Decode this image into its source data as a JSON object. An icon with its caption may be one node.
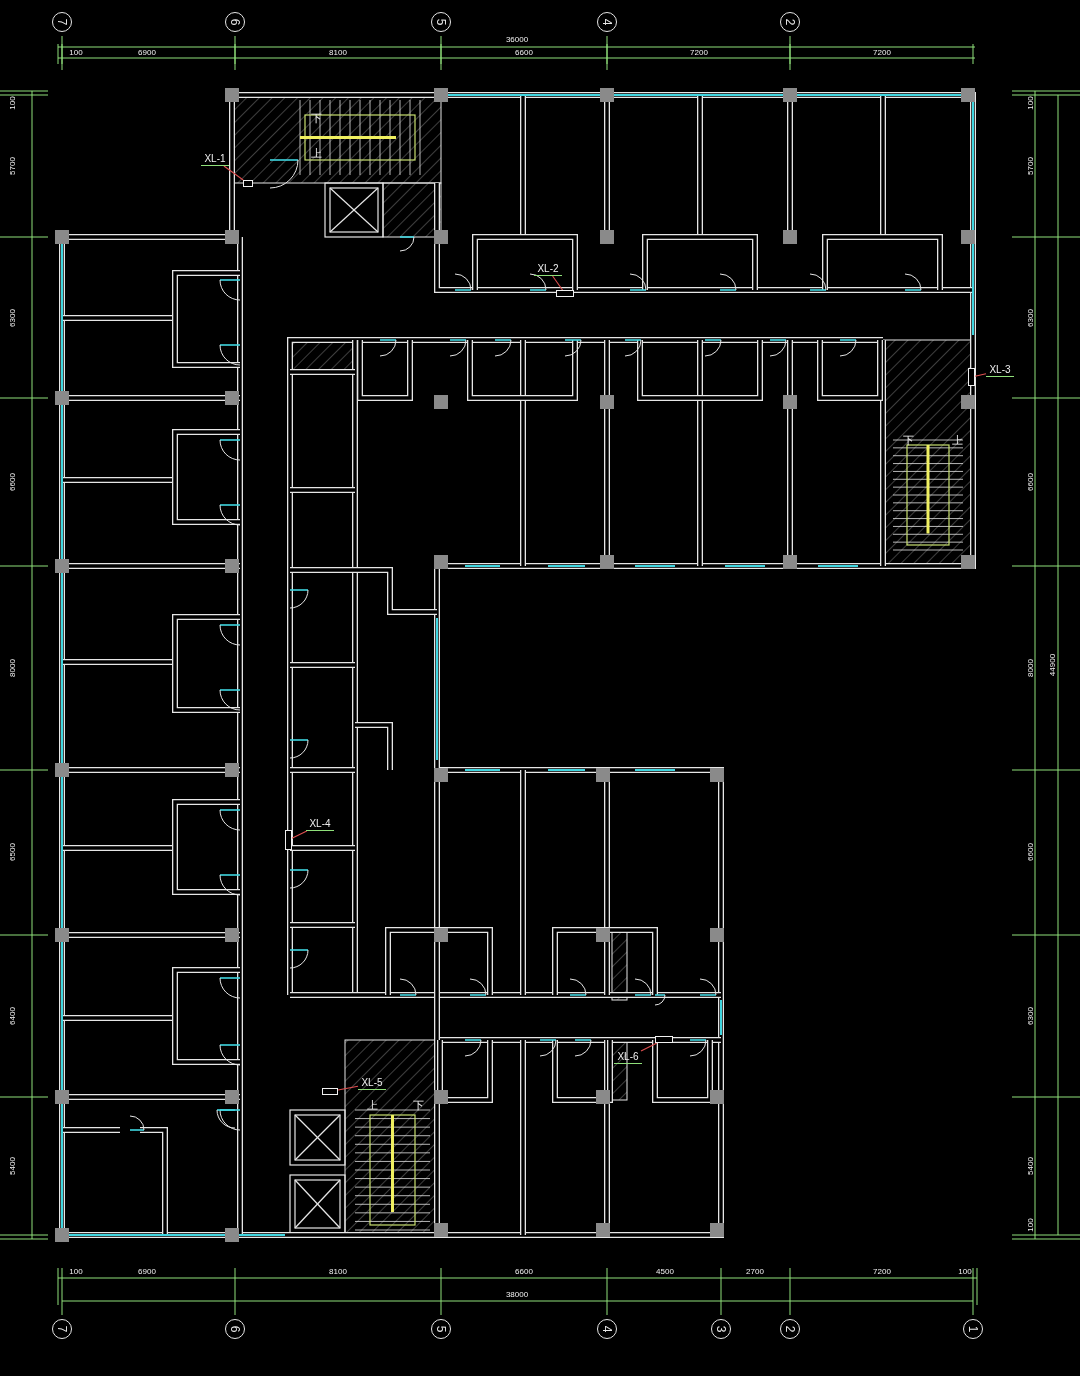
{
  "diagram": {
    "nodes": [
      {
        "text": [
          "7"
        ]
      },
      {
        "text": [
          "6"
        ]
      },
      {
        "text": [
          "5"
        ]
      },
      {
        "text": [
          "4"
        ]
      },
      {
        "text": [
          "2"
        ]
      },
      {
        "text": [
          "7"
        ]
      },
      {
        "text": [
          "6"
        ]
      },
      {
        "text": [
          "5"
        ]
      },
      {
        "text": [
          "4"
        ]
      },
      {
        "text": [
          "3"
        ]
      },
      {
        "text": [
          "2"
        ]
      },
      {
        "text": [
          "1"
        ]
      },
      {
        "text": [
          "XL-1"
        ]
      },
      {
        "text": [],
        "shape": "box"
      },
      {
        "text": [
          "XL-2"
        ]
      },
      {
        "text": [],
        "shape": "box"
      },
      {
        "text": [
          "XL-3"
        ]
      },
      {
        "text": [],
        "shape": "box"
      },
      {
        "text": [
          "XL-4"
        ]
      },
      {
        "text": [],
        "shape": "box"
      },
      {
        "text": [
          "XL-5"
        ]
      },
      {
        "text": [],
        "shape": "box"
      },
      {
        "text": [
          "XL-6"
        ]
      },
      {
        "text": [],
        "shape": "box"
      }
    ],
    "edges": [
      {
        "from": 12,
        "to": 13,
        "arrow": "none"
      },
      {
        "from": 14,
        "to": 15,
        "arrow": "none"
      },
      {
        "from": 16,
        "to": 17,
        "arrow": "none"
      },
      {
        "from": 18,
        "to": 19,
        "arrow": "none"
      },
      {
        "from": 20,
        "to": 21,
        "arrow": "none"
      },
      {
        "from": 22,
        "to": 23,
        "arrow": "none"
      }
    ],
    "labels": [
      "36000",
      "100",
      "6900",
      "8100",
      "6600",
      "7200",
      "7200",
      "100",
      "5700",
      "6300",
      "6600",
      "8000",
      "6500",
      "6400",
      "5400",
      "100",
      "5700",
      "6300",
      "6600",
      "8000",
      "6600",
      "6300",
      "5400",
      "100",
      "44900",
      "下",
      "上",
      "下",
      "上",
      "上",
      "下",
      "100",
      "6900",
      "8100",
      "6600",
      "4500",
      "2700",
      "7200",
      "100",
      "38000"
    ]
  }
}
